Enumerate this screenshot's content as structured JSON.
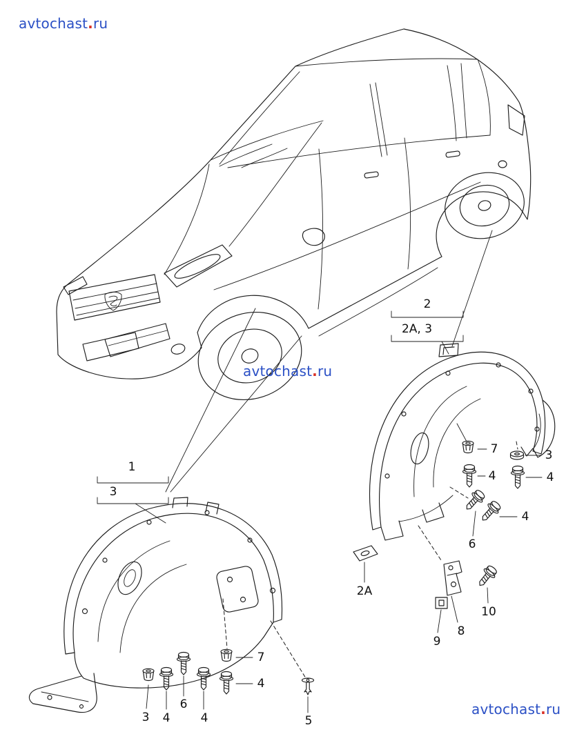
{
  "site": {
    "watermark": {
      "prefix": "avtochast",
      "dot": ".",
      "suffix": "ru"
    }
  },
  "colors": {
    "watermark_text": "#2b50c5",
    "watermark_dot": "#d93025",
    "line_color": "#1c1c1c"
  },
  "diagram": {
    "groups": {
      "front": {
        "label": "1",
        "sub_label": "3"
      },
      "rear": {
        "label": "2",
        "sub_label": "2A, 3"
      }
    },
    "callouts": {
      "rear": {
        "n7": "7",
        "n3": "3",
        "n4_top": "4",
        "n4_right": "4",
        "n4_mid": "4",
        "n6": "6",
        "n2a": "2A",
        "n10": "10",
        "n8": "8",
        "n9": "9"
      },
      "front": {
        "n7": "7",
        "n4_side": "4",
        "n3": "3",
        "n4_a": "4",
        "n6": "6",
        "n4_b": "4",
        "n5": "5"
      }
    }
  }
}
